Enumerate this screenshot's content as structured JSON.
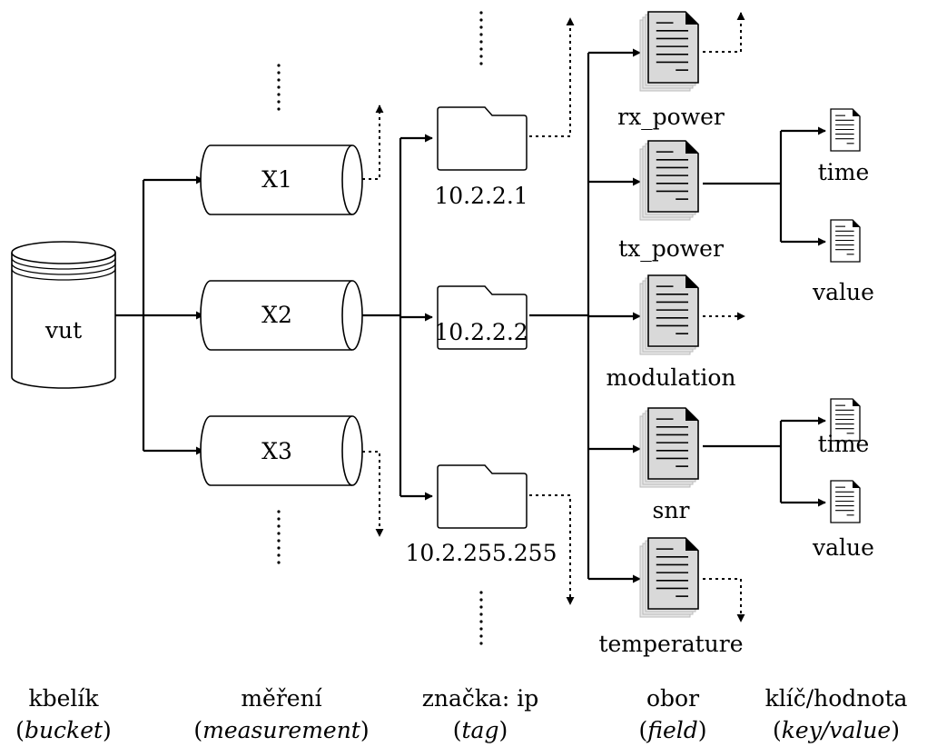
{
  "bucket": {
    "label": "vut"
  },
  "measurements": [
    {
      "label": "X1"
    },
    {
      "label": "X2"
    },
    {
      "label": "X3"
    }
  ],
  "tags": [
    {
      "label": "10.2.2.1"
    },
    {
      "label": "10.2.2.2"
    },
    {
      "label": "10.2.255.255"
    }
  ],
  "fields": [
    {
      "label": "rx_power"
    },
    {
      "label": "tx_power"
    },
    {
      "label": "modulation"
    },
    {
      "label": "snr"
    },
    {
      "label": "temperature"
    }
  ],
  "kv": [
    {
      "label": "time"
    },
    {
      "label": "value"
    },
    {
      "label": "time"
    },
    {
      "label": "value"
    }
  ],
  "captions": [
    {
      "line1": "kbelík",
      "line2": "bucket"
    },
    {
      "line1": "měření",
      "line2": "measurement"
    },
    {
      "line1": "značka: ip",
      "line2": "tag"
    },
    {
      "line1": "obor",
      "line2": "field"
    },
    {
      "line1": "klíč/hodnota",
      "line2": "key/value"
    }
  ],
  "colors": {
    "stroke": "#000000",
    "doc_fill": "#d9d9d9",
    "doc_shadow": "#e6e6e6"
  }
}
